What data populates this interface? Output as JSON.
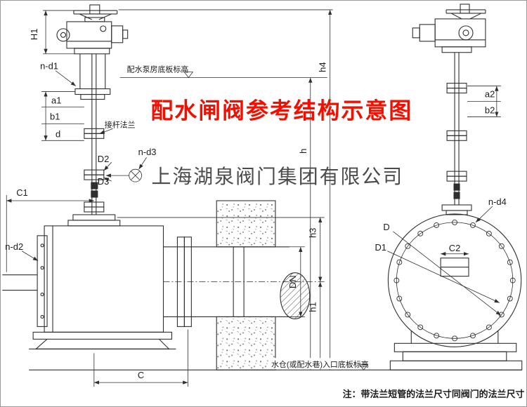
{
  "title": "配水闸阀参考结构示意图",
  "watermark": "上海湖泉阀门集团有限公司",
  "footnote": "注：带法兰短管的法兰尺寸同阀门的法兰尺寸",
  "annotations": {
    "pump_house_floor": "配水泵房底板标高",
    "stem_flange": "接杆法兰",
    "sump_floor": "水仓(或配水巷)入口底板标高"
  },
  "dim_labels": {
    "H1": "H1",
    "n_d1": "n-d1",
    "a1": "a1",
    "b1": "b1",
    "d": "d",
    "D2": "D2",
    "n_d3": "n-d3",
    "D3": "D3",
    "C1": "C1",
    "n_d2": "n-d2",
    "C": "C",
    "DN": "DN",
    "h4": "h4",
    "h": "h",
    "h3": "h3",
    "h1": "h1",
    "a2": "a2",
    "b2": "b2",
    "n_d4": "n-d4",
    "D": "D",
    "D1": "D1",
    "C2": "C2"
  },
  "colors": {
    "title": "#f30f00",
    "watermark": "#3c3c3c",
    "line": "#2f2f2f"
  }
}
